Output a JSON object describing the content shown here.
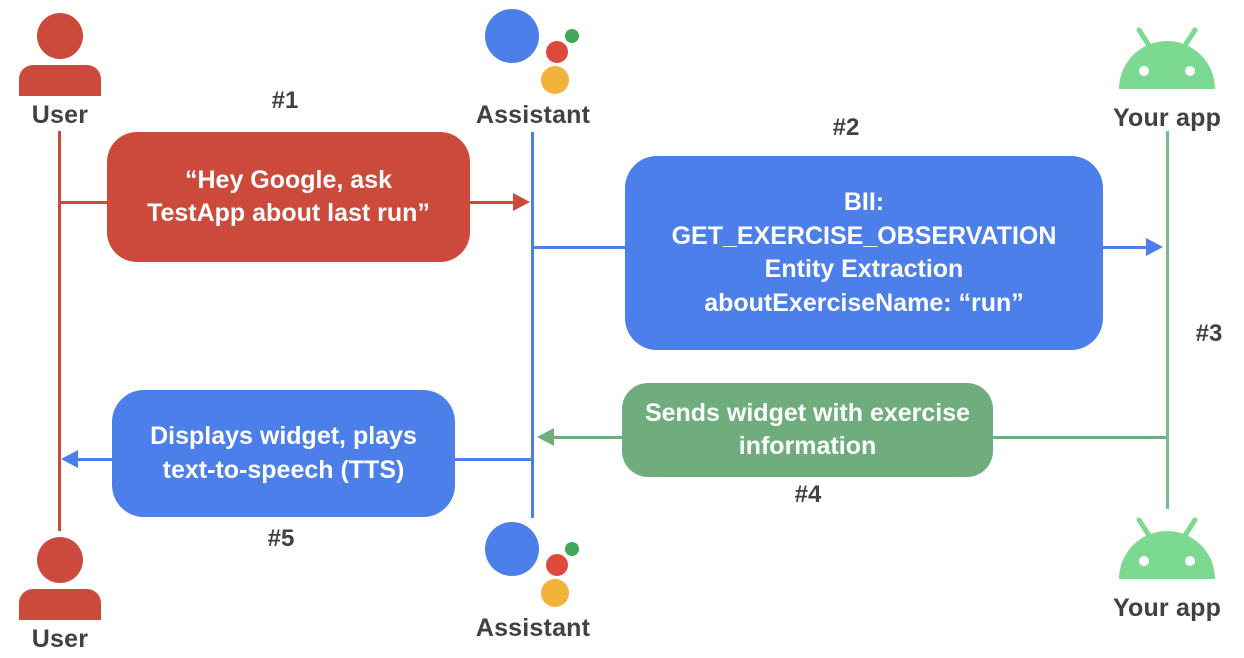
{
  "title": "Assistant App Action exercise-widget sequence diagram",
  "colors": {
    "red": "#CC4A3B",
    "blue": "#4C7FE9",
    "green": "#6FAE7C",
    "green_line": "#77BD88",
    "android_green": "#7CD992",
    "assistant_red": "#DB4A3B",
    "assistant_yellow": "#F2B33A",
    "assistant_green": "#3FA85B",
    "label_gray": "#3E4245"
  },
  "actors": {
    "user_top": {
      "label": "User"
    },
    "assistant_top": {
      "label": "Assistant"
    },
    "app_top": {
      "label": "Your app"
    },
    "user_bottom": {
      "label": "User"
    },
    "assistant_bottom": {
      "label": "Assistant"
    },
    "app_bottom": {
      "label": "Your app"
    }
  },
  "steps": {
    "s1": "#1",
    "s2": "#2",
    "s3": "#3",
    "s4": "#4",
    "s5": "#5"
  },
  "messages": {
    "m1": {
      "lines": [
        "“Hey Google, ask",
        "TestApp about last run”"
      ]
    },
    "m2": {
      "lines": [
        "BII:",
        "GET_EXERCISE_OBSERVATION",
        "Entity Extraction",
        "aboutExerciseName: “run”"
      ]
    },
    "m4": {
      "lines": [
        "Sends widget with exercise",
        "information"
      ]
    },
    "m5": {
      "lines": [
        "Displays widget, plays",
        "text-to-speech (TTS)"
      ]
    }
  }
}
